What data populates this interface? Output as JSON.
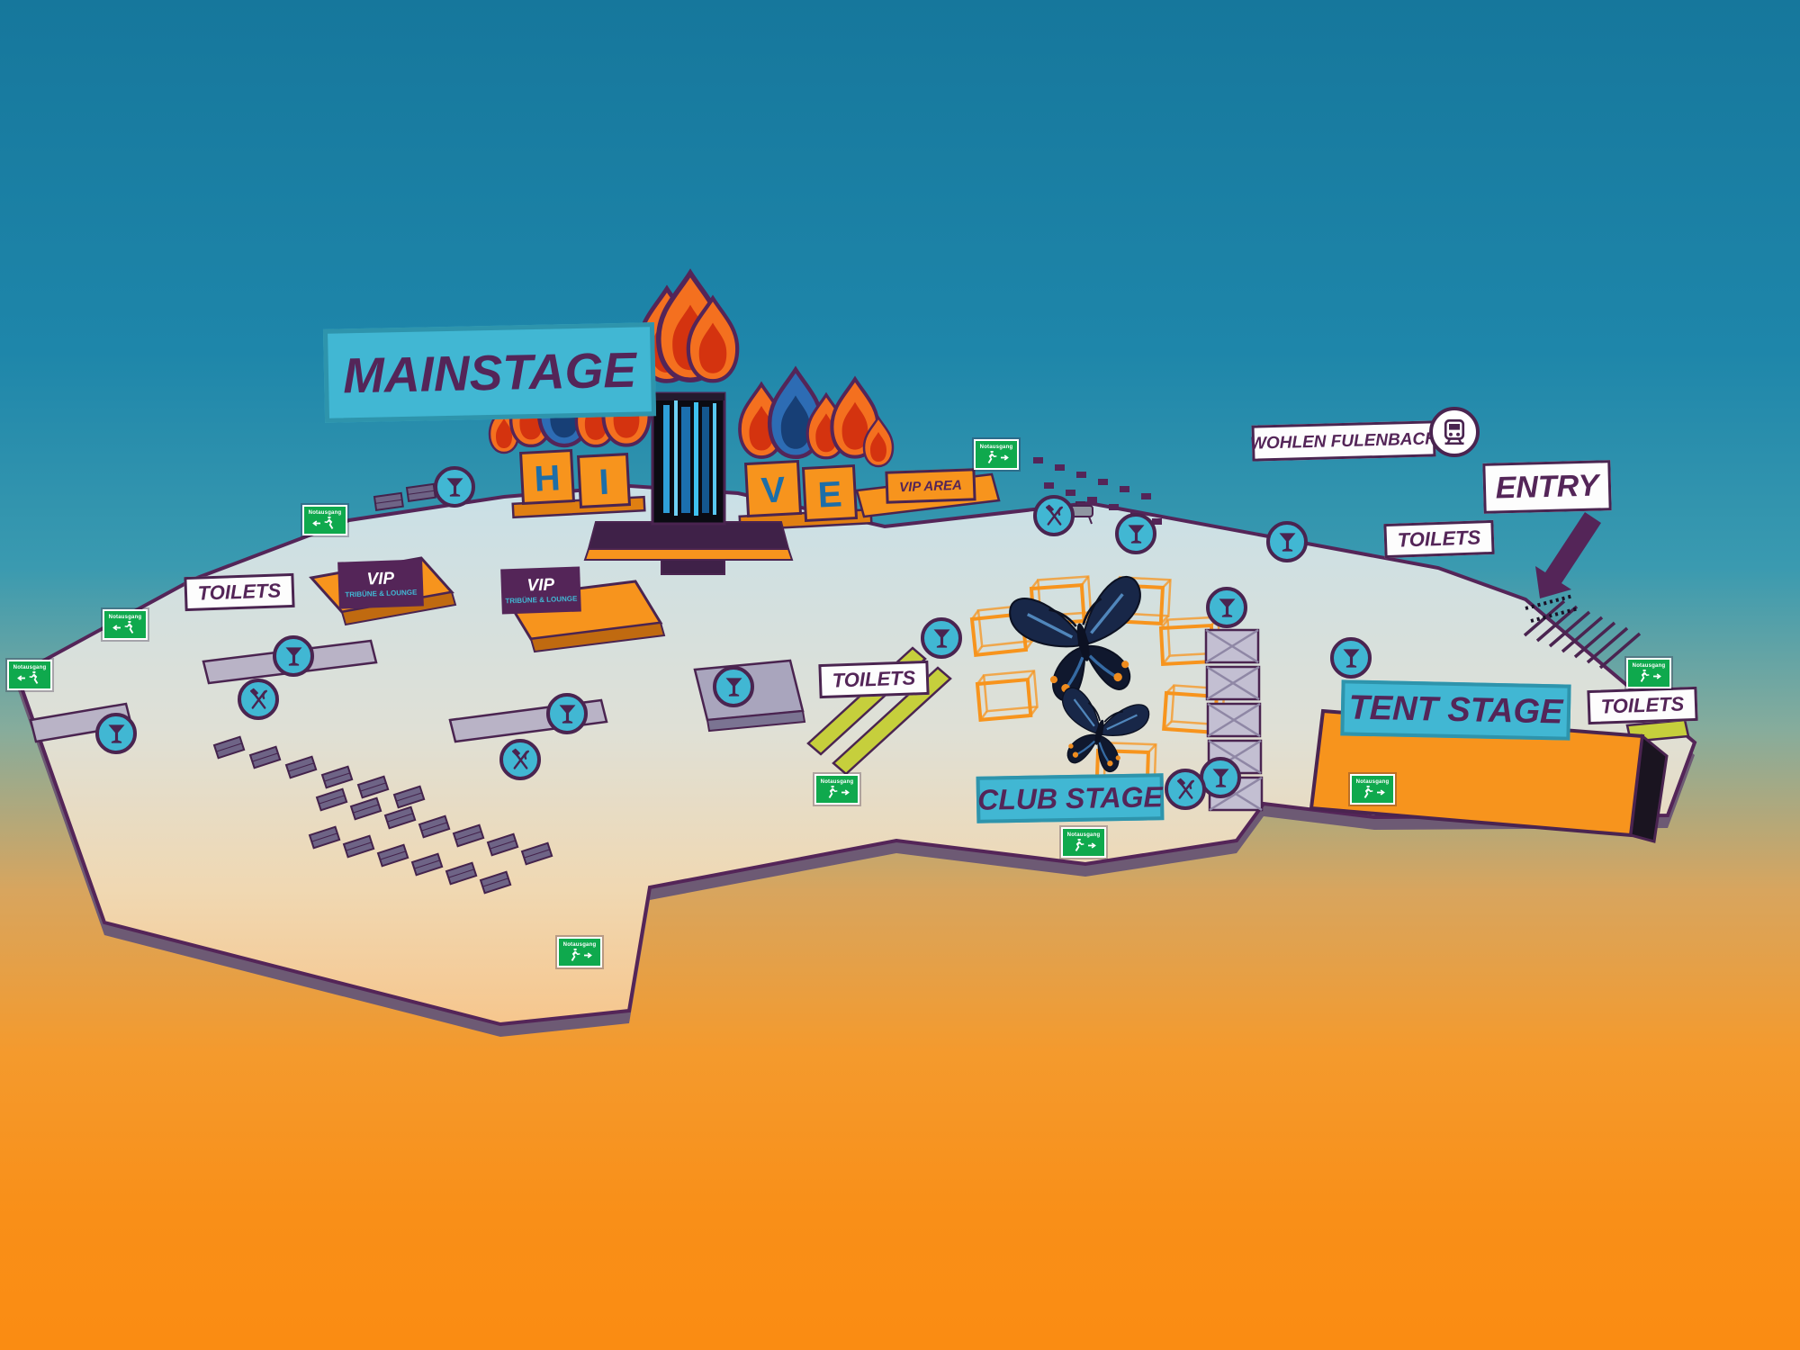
{
  "labels": {
    "mainstage": "MAINSTAGE",
    "tent_stage": "TENT STAGE",
    "club_stage": "CLUB STAGE",
    "entry": "ENTRY",
    "vip_area": "VIP AREA",
    "station": "WOHLEN FULENBACH",
    "toilets": "TOILETS",
    "vip_title": "VIP",
    "vip_subtitle": "TRIBÜNE & LOUNGE",
    "emergency_exit": "Notausgang"
  },
  "stage_letters": [
    "H",
    "I",
    "V",
    "E"
  ],
  "icons": {
    "cocktail": "martini-glass",
    "food": "fork-and-knife",
    "grill": "food-stand",
    "train": "train",
    "exit_runner": "running-person",
    "entry_arrow": "arrow-down-left",
    "butterfly": "butterfly",
    "flame": "flame"
  },
  "colors": {
    "sky_top": "#16779c",
    "sky_bottom": "#fa8c12",
    "ground_top": "#c9e0e7",
    "ground_bottom": "#f6c68d",
    "teal": "#41b7d3",
    "purple": "#542558",
    "orange": "#f7941d",
    "exit_green": "#0fa94d",
    "letter_blue": "#1d6ea8"
  }
}
